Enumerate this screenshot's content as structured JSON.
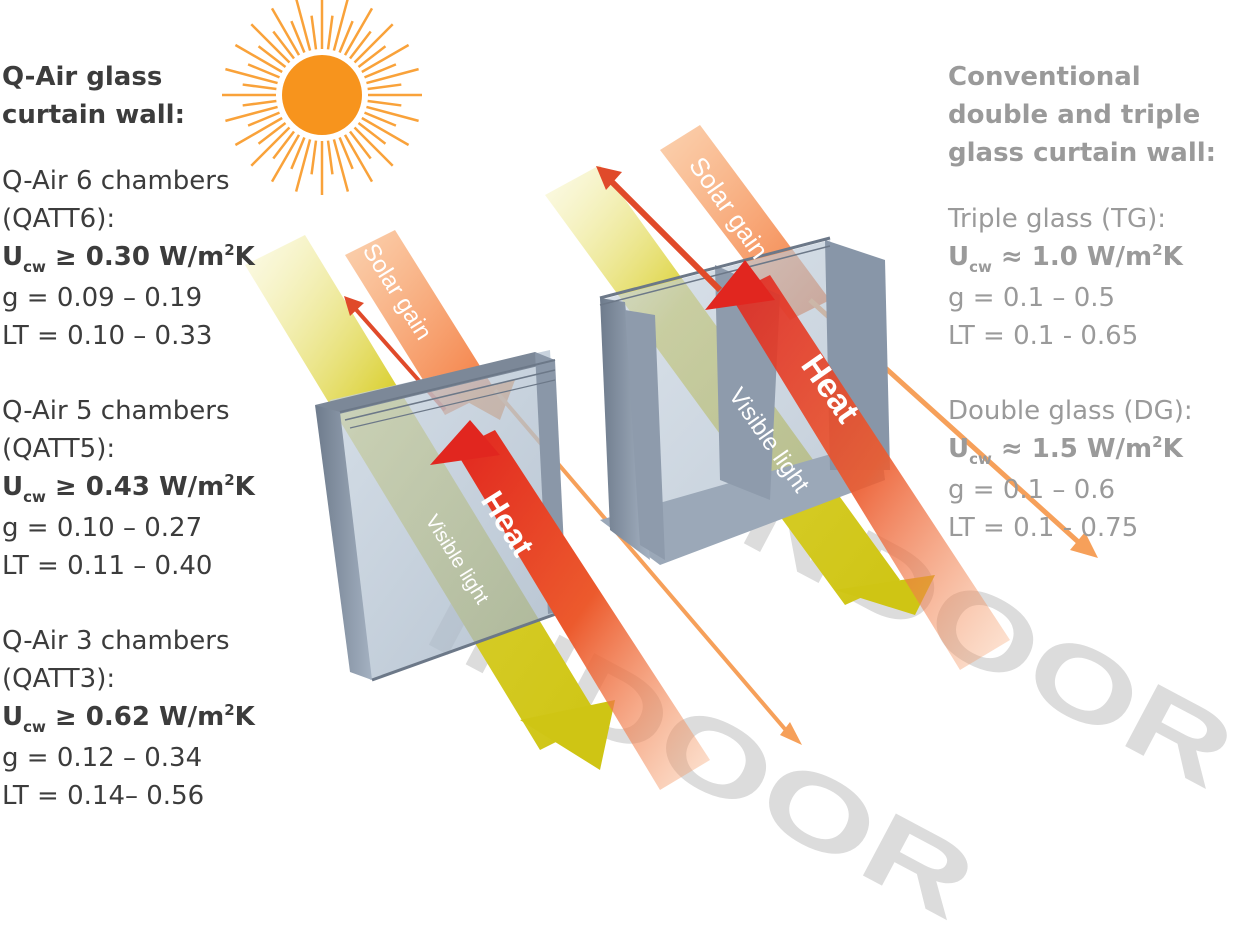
{
  "left": {
    "title_line1": "Q-Air glass",
    "title_line2": "curtain wall:",
    "groups": [
      {
        "name_line1": "Q-Air 6 chambers",
        "name_line2": "(QATT6):",
        "u_prefix": "U",
        "u_sub": "cw",
        "u_value": " ≥ 0.30 W/m",
        "u_sup": "2",
        "u_suffix": "K",
        "g": "g = 0.09 – 0.19",
        "lt": "LT = 0.10 – 0.33"
      },
      {
        "name_line1": "Q-Air 5 chambers",
        "name_line2": "(QATT5):",
        "u_prefix": "U",
        "u_sub": "cw",
        "u_value": " ≥ 0.43 W/m",
        "u_sup": "2",
        "u_suffix": "K",
        "g": "g = 0.10 – 0.27",
        "lt": "LT = 0.11 – 0.40"
      },
      {
        "name_line1": "Q-Air 3 chambers",
        "name_line2": "(QATT3):",
        "u_prefix": "U",
        "u_sub": "cw",
        "u_value": " ≥ 0.62 W/m",
        "u_sup": "2",
        "u_suffix": "K",
        "g": "g = 0.12 – 0.34",
        "lt": "LT = 0.14– 0.56"
      }
    ]
  },
  "right": {
    "title_line1": "Conventional",
    "title_line2": "double and triple",
    "title_line3": "glass curtain wall:",
    "groups": [
      {
        "name": "Triple glass (TG):",
        "u_prefix": "U",
        "u_sub": "cw",
        "u_value": " ≈ 1.0 W/m",
        "u_sup": "2",
        "u_suffix": "K",
        "g": "g = 0.1 – 0.5",
        "lt": "LT = 0.1 - 0.65"
      },
      {
        "name": "Double glass (DG):",
        "u_prefix": "U",
        "u_sub": "cw",
        "u_value": " ≈ 1.5 W/m",
        "u_sup": "2",
        "u_suffix": "K",
        "g": "g = 0.1 – 0.6",
        "lt": "LT = 0.1 - 0.75"
      }
    ]
  },
  "diagram": {
    "solar_gain_label": "Solar gain",
    "heat_label": "Heat",
    "visible_light_label": "Visible light",
    "indoor_label": "INDOOR"
  },
  "colors": {
    "sun": "#f7941d",
    "sun_rays": "#f9a23a",
    "visible_light": "#d4c81c",
    "heat": "#e8402a",
    "solar_gain": "#f58a3c",
    "glass_frame": "#8793a3",
    "indoor_text": "#d9d9d9"
  }
}
